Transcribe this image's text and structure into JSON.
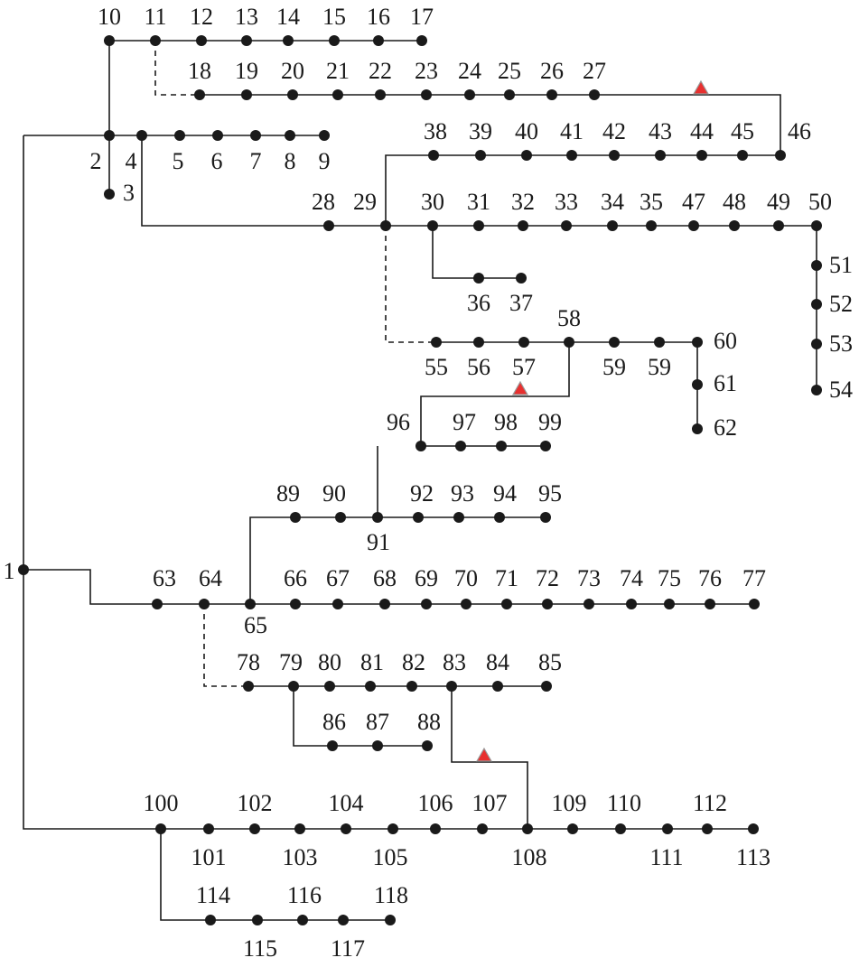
{
  "diagram": {
    "type": "distribution-network-118-bus",
    "marker_color": "#e8302f",
    "nodes": [
      {
        "id": "10",
        "label": "10"
      },
      {
        "id": "11",
        "label": "11"
      },
      {
        "id": "12",
        "label": "12"
      },
      {
        "id": "13",
        "label": "13"
      },
      {
        "id": "14",
        "label": "14"
      },
      {
        "id": "15",
        "label": "15"
      },
      {
        "id": "16",
        "label": "16"
      },
      {
        "id": "17",
        "label": "17"
      },
      {
        "id": "18",
        "label": "18"
      },
      {
        "id": "19",
        "label": "19"
      },
      {
        "id": "20",
        "label": "20"
      },
      {
        "id": "21",
        "label": "21"
      },
      {
        "id": "22",
        "label": "22"
      },
      {
        "id": "23",
        "label": "23"
      },
      {
        "id": "24",
        "label": "24"
      },
      {
        "id": "25",
        "label": "25"
      },
      {
        "id": "26",
        "label": "26"
      },
      {
        "id": "27",
        "label": "27"
      },
      {
        "id": "2",
        "label": "2"
      },
      {
        "id": "3",
        "label": "3"
      },
      {
        "id": "4",
        "label": "4"
      },
      {
        "id": "5",
        "label": "5"
      },
      {
        "id": "6",
        "label": "6"
      },
      {
        "id": "7",
        "label": "7"
      },
      {
        "id": "8",
        "label": "8"
      },
      {
        "id": "9",
        "label": "9"
      },
      {
        "id": "38",
        "label": "38"
      },
      {
        "id": "39",
        "label": "39"
      },
      {
        "id": "40",
        "label": "40"
      },
      {
        "id": "41",
        "label": "41"
      },
      {
        "id": "42",
        "label": "42"
      },
      {
        "id": "43",
        "label": "43"
      },
      {
        "id": "44",
        "label": "44"
      },
      {
        "id": "45",
        "label": "45"
      },
      {
        "id": "46",
        "label": "46"
      },
      {
        "id": "28",
        "label": "28"
      },
      {
        "id": "29",
        "label": "29"
      },
      {
        "id": "30",
        "label": "30"
      },
      {
        "id": "31",
        "label": "31"
      },
      {
        "id": "32",
        "label": "32"
      },
      {
        "id": "33",
        "label": "33"
      },
      {
        "id": "34",
        "label": "34"
      },
      {
        "id": "35",
        "label": "35"
      },
      {
        "id": "47",
        "label": "47"
      },
      {
        "id": "48",
        "label": "48"
      },
      {
        "id": "49",
        "label": "49"
      },
      {
        "id": "50",
        "label": "50"
      },
      {
        "id": "51",
        "label": "51"
      },
      {
        "id": "52",
        "label": "52"
      },
      {
        "id": "53",
        "label": "53"
      },
      {
        "id": "54",
        "label": "54"
      },
      {
        "id": "36",
        "label": "36"
      },
      {
        "id": "37",
        "label": "37"
      },
      {
        "id": "55",
        "label": "55"
      },
      {
        "id": "56",
        "label": "56"
      },
      {
        "id": "57",
        "label": "57"
      },
      {
        "id": "58",
        "label": "58"
      },
      {
        "id": "59a",
        "label": "59"
      },
      {
        "id": "59b",
        "label": "59"
      },
      {
        "id": "60",
        "label": "60"
      },
      {
        "id": "61",
        "label": "61"
      },
      {
        "id": "62",
        "label": "62"
      },
      {
        "id": "96",
        "label": "96"
      },
      {
        "id": "97",
        "label": "97"
      },
      {
        "id": "98",
        "label": "98"
      },
      {
        "id": "99",
        "label": "99"
      },
      {
        "id": "89",
        "label": "89"
      },
      {
        "id": "90",
        "label": "90"
      },
      {
        "id": "91",
        "label": "91"
      },
      {
        "id": "92",
        "label": "92"
      },
      {
        "id": "93",
        "label": "93"
      },
      {
        "id": "94",
        "label": "94"
      },
      {
        "id": "95",
        "label": "95"
      },
      {
        "id": "1",
        "label": "1"
      },
      {
        "id": "63",
        "label": "63"
      },
      {
        "id": "64",
        "label": "64"
      },
      {
        "id": "65",
        "label": "65"
      },
      {
        "id": "66",
        "label": "66"
      },
      {
        "id": "67",
        "label": "67"
      },
      {
        "id": "68",
        "label": "68"
      },
      {
        "id": "69",
        "label": "69"
      },
      {
        "id": "70",
        "label": "70"
      },
      {
        "id": "71",
        "label": "71"
      },
      {
        "id": "72",
        "label": "72"
      },
      {
        "id": "73",
        "label": "73"
      },
      {
        "id": "74",
        "label": "74"
      },
      {
        "id": "75",
        "label": "75"
      },
      {
        "id": "76",
        "label": "76"
      },
      {
        "id": "77",
        "label": "77"
      },
      {
        "id": "78",
        "label": "78"
      },
      {
        "id": "79",
        "label": "79"
      },
      {
        "id": "80",
        "label": "80"
      },
      {
        "id": "81",
        "label": "81"
      },
      {
        "id": "82",
        "label": "82"
      },
      {
        "id": "83",
        "label": "83"
      },
      {
        "id": "84",
        "label": "84"
      },
      {
        "id": "85",
        "label": "85"
      },
      {
        "id": "86",
        "label": "86"
      },
      {
        "id": "87",
        "label": "87"
      },
      {
        "id": "88",
        "label": "88"
      },
      {
        "id": "100",
        "label": "100"
      },
      {
        "id": "101",
        "label": "101"
      },
      {
        "id": "102",
        "label": "102"
      },
      {
        "id": "103",
        "label": "103"
      },
      {
        "id": "104",
        "label": "104"
      },
      {
        "id": "105",
        "label": "105"
      },
      {
        "id": "106",
        "label": "106"
      },
      {
        "id": "107",
        "label": "107"
      },
      {
        "id": "108",
        "label": "108"
      },
      {
        "id": "109",
        "label": "109"
      },
      {
        "id": "110",
        "label": "110"
      },
      {
        "id": "111",
        "label": "111"
      },
      {
        "id": "112",
        "label": "112"
      },
      {
        "id": "113",
        "label": "113"
      },
      {
        "id": "114",
        "label": "114"
      },
      {
        "id": "115",
        "label": "115"
      },
      {
        "id": "116",
        "label": "116"
      },
      {
        "id": "117",
        "label": "117"
      },
      {
        "id": "118",
        "label": "118"
      }
    ]
  }
}
